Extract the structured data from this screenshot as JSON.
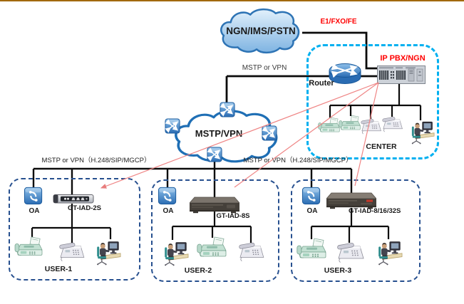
{
  "diagram": {
    "top": {
      "cloud_label": "NGN/IMS/PSTN",
      "trunk_label": "E1/FXO/FE",
      "link_label": "MSTP or VPN",
      "router_label": "Router"
    },
    "hq": {
      "title": "IP PBX/NGN",
      "area_label": "CENTER"
    },
    "transport": {
      "cloud_label": "MSTP/VPN"
    },
    "access": {
      "left_label": "MSTP or VPN（H.248/SIP/MGCP）",
      "right_label": "MSTP or VPN（H.248/SIP/MGCP）"
    },
    "sites": [
      {
        "oa_label": "OA",
        "device_label": "GT-IAD-2S",
        "area_label": "USER-1"
      },
      {
        "oa_label": "OA",
        "device_label": "GT-IAD-8S",
        "area_label": "USER-2"
      },
      {
        "oa_label": "OA",
        "device_label": "GT-IAD-8/16/32S",
        "area_label": "USER-3"
      }
    ],
    "colors": {
      "red_label": "#FF0000",
      "red_line": "#EF8585",
      "center_border": "#00B0F0",
      "user_border": "#27508F",
      "cloud_stroke": "#1F6FB5",
      "ngn_cloud_fill": "#9CC4E8",
      "footer_bar": "#A2690B",
      "black_line": "#0B0B0B"
    },
    "icons": {
      "public-network-cloud": "blue-cloud-shape",
      "transport-cloud": "white-cloud-shape",
      "switch": "blue-square-crossed-arrows",
      "router": "blue-cylinder-crossed-arrows",
      "pbx-rack": "gray-equipment-rack",
      "oa-gateway": "blue-cube-handset-glyph",
      "iad-small": "silver-desktop-device",
      "iad-large": "dark-desktop-device",
      "fax": "fax-machine",
      "phone": "desk-phone",
      "workstation": "person-at-computer"
    }
  }
}
